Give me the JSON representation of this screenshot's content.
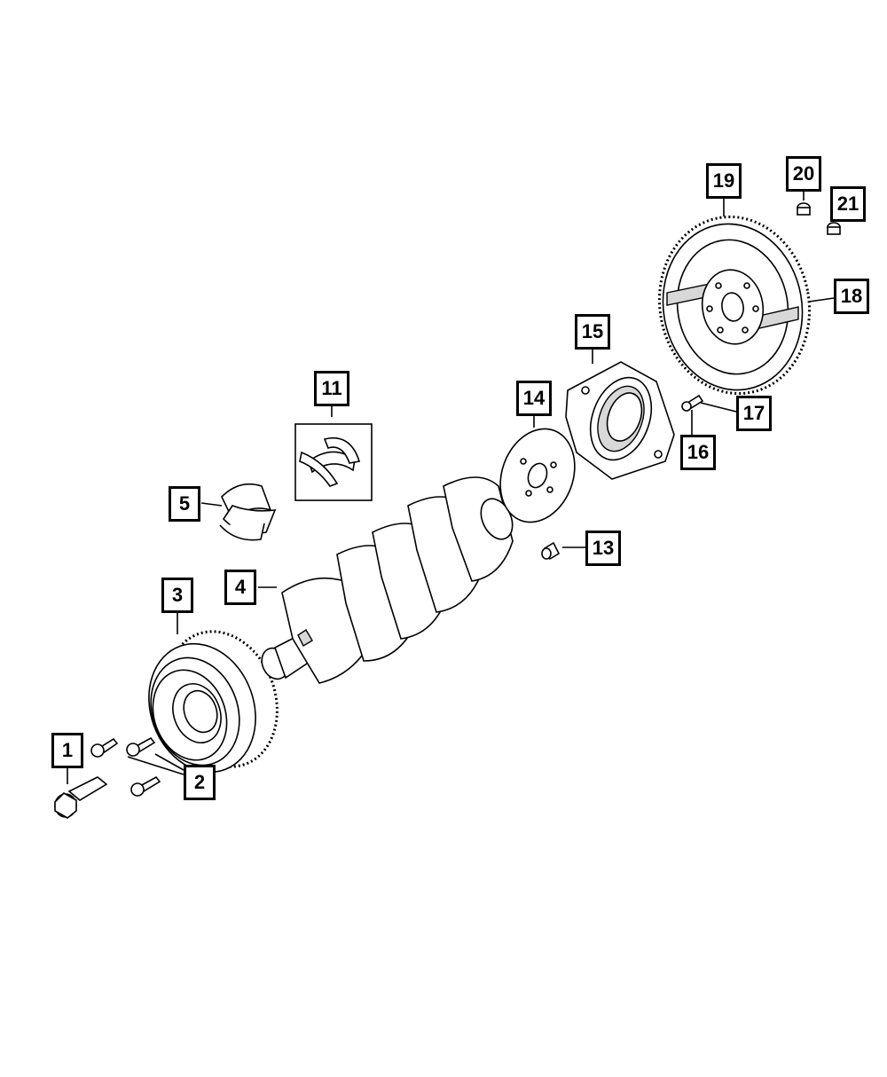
{
  "callouts": {
    "c1": "1",
    "c2": "2",
    "c3": "3",
    "c4": "4",
    "c5": "5",
    "c11": "11",
    "c13": "13",
    "c14": "14",
    "c15": "15",
    "c16": "16",
    "c17": "17",
    "c18": "18",
    "c19": "19",
    "c20": "20",
    "c21": "21"
  }
}
